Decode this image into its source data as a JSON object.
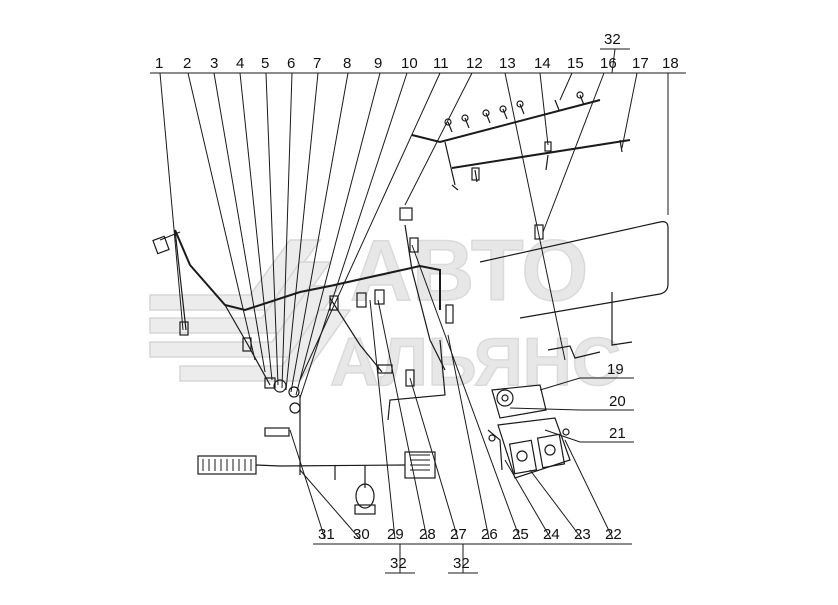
{
  "watermark": {
    "line1": "АВТО",
    "line2": "АЛЬЯНС"
  },
  "top_callouts": [
    "1",
    "2",
    "3",
    "4",
    "5",
    "6",
    "7",
    "8",
    "9",
    "10",
    "11",
    "12",
    "13",
    "14",
    "15",
    "16",
    "17",
    "18"
  ],
  "top_extra": "32",
  "right_callouts": [
    "19",
    "20",
    "21"
  ],
  "bottom_callouts": [
    "31",
    "30",
    "29",
    "28",
    "27",
    "26",
    "25",
    "24",
    "23",
    "22"
  ],
  "bottom_extra": [
    "32",
    "32"
  ],
  "colors": {
    "ink": "#1a1a1a",
    "watermark": "#e7e7e7"
  }
}
